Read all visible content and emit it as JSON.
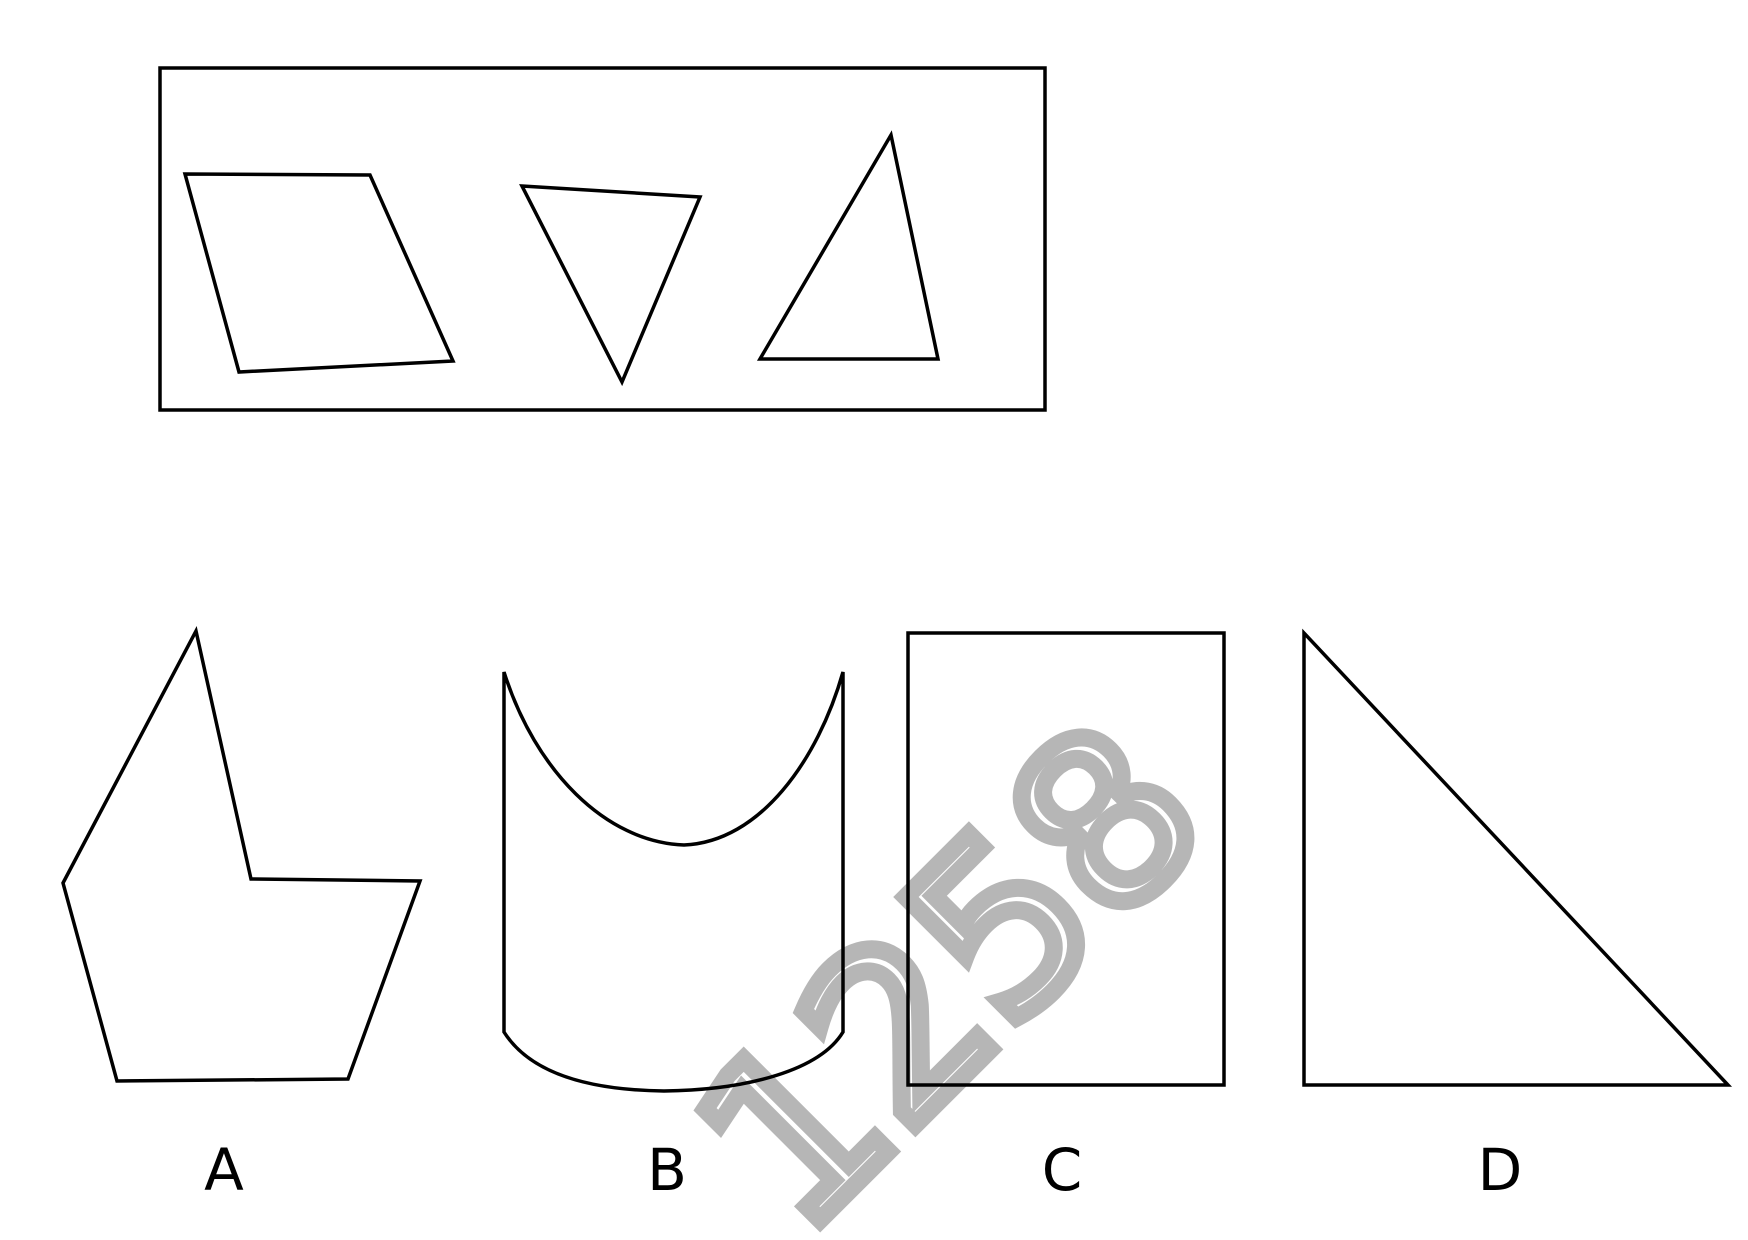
{
  "question": {
    "shapes": [
      {
        "name": "quadrilateral"
      },
      {
        "name": "inverted-triangle"
      },
      {
        "name": "upright-triangle"
      }
    ]
  },
  "options": [
    {
      "label": "A",
      "shape": "irregular-hexagon"
    },
    {
      "label": "B",
      "shape": "cylinder-with-curved-top"
    },
    {
      "label": "C",
      "shape": "rectangle"
    },
    {
      "label": "D",
      "shape": "right-triangle"
    }
  ],
  "watermark": {
    "text": "1258"
  },
  "colors": {
    "stroke": "#000000",
    "watermark": "#b3b3b3",
    "background": "#ffffff"
  }
}
